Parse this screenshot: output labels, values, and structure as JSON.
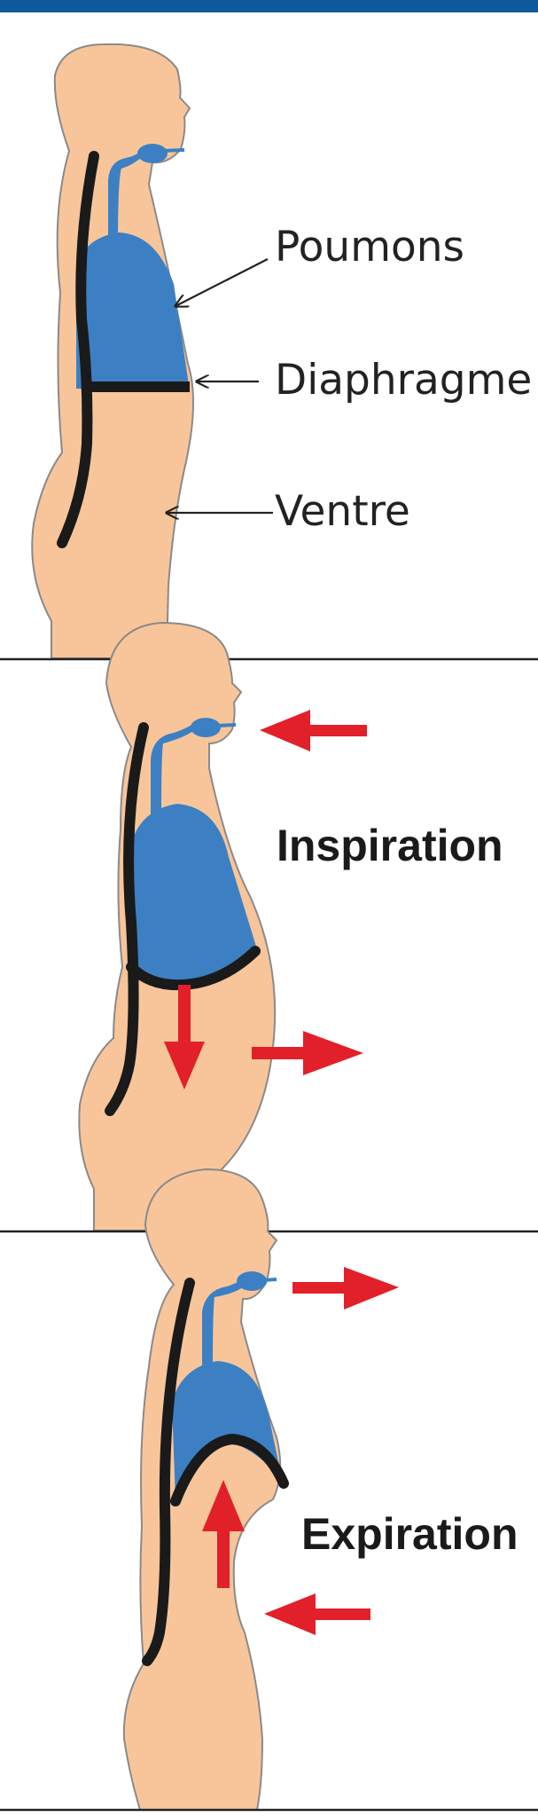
{
  "colors": {
    "header_bar": "#0e5a9c",
    "skin": "#f8c59a",
    "lungs": "#3c80c3",
    "spine": "#1a1a1a",
    "arrow": "#e1202a",
    "divider": "#222222"
  },
  "labels": {
    "lungs": "Poumons",
    "diaphragm": "Diaphragme",
    "belly": "Ventre"
  },
  "phases": {
    "inspiration": "Inspiration",
    "expiration": "Expiration"
  }
}
